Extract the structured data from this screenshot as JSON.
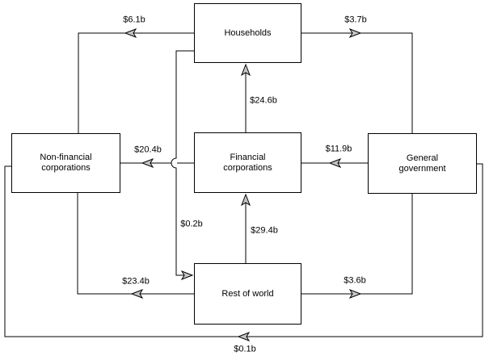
{
  "diagram": {
    "background_color": "#ffffff",
    "line_color": "#000000",
    "arrowhead_fill": "#c6c6c6",
    "nodes": [
      {
        "id": "households",
        "label": "Households"
      },
      {
        "id": "non-financial-corporations",
        "label": "Non-financial corporations"
      },
      {
        "id": "financial-corporations",
        "label": "Financial corporations"
      },
      {
        "id": "general-government",
        "label": "General government"
      },
      {
        "id": "rest-of-world",
        "label": "Rest of world"
      }
    ],
    "flows": [
      {
        "amount": "$6.1b",
        "from": "Households",
        "to": "Non-financial corporations"
      },
      {
        "amount": "$3.7b",
        "from": "Households",
        "to": "General government"
      },
      {
        "amount": "$24.6b",
        "from": "Financial corporations",
        "to": "Households"
      },
      {
        "amount": "$20.4b",
        "from": "Financial corporations",
        "to": "Non-financial corporations"
      },
      {
        "amount": "$11.9b",
        "from": "General government",
        "to": "Financial corporations"
      },
      {
        "amount": "$0.2b",
        "from": "Households",
        "to": "Rest of world"
      },
      {
        "amount": "$29.4b",
        "from": "Rest of world",
        "to": "Financial corporations"
      },
      {
        "amount": "$23.4b",
        "from": "Rest of world",
        "to": "Non-financial corporations"
      },
      {
        "amount": "$3.6b",
        "from": "Rest of world",
        "to": "General government"
      },
      {
        "amount": "$0.1b",
        "from": "General government",
        "to": "Non-financial corporations"
      }
    ]
  }
}
